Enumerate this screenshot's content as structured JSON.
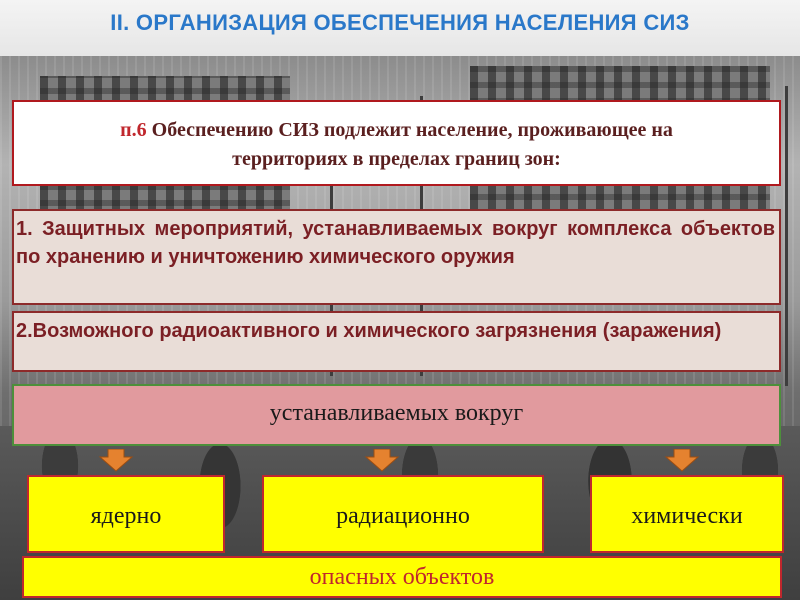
{
  "title": "II. ОРГАНИЗАЦИЯ ОБЕСПЕЧЕНИЯ НАСЕЛЕНИЯ СИЗ",
  "intro": {
    "lead": "п.6",
    "line1": " Обеспечению СИЗ подлежит население, проживающее на",
    "line2": "территориях в пределах границ зон:"
  },
  "items": [
    "1. Защитных мероприятий, устанавливаемых вокруг комплекса объектов по хранению и уничтожению химического оружия",
    "2.Возможного радиоактивного и химического загрязнения (заражения)"
  ],
  "center_box": "устанавливаемых вокруг",
  "object_boxes": [
    "ядерно",
    "радиационно",
    "химически"
  ],
  "bottom_box": "опасных объектов",
  "colors": {
    "title": "#2a78c9",
    "border_red": "#a0191e",
    "item_text": "#7b1f24",
    "center_fill": "#e19a9e",
    "center_border": "#4d8f3b",
    "yellow": "#ffff00",
    "arrow": "#e5822f"
  }
}
